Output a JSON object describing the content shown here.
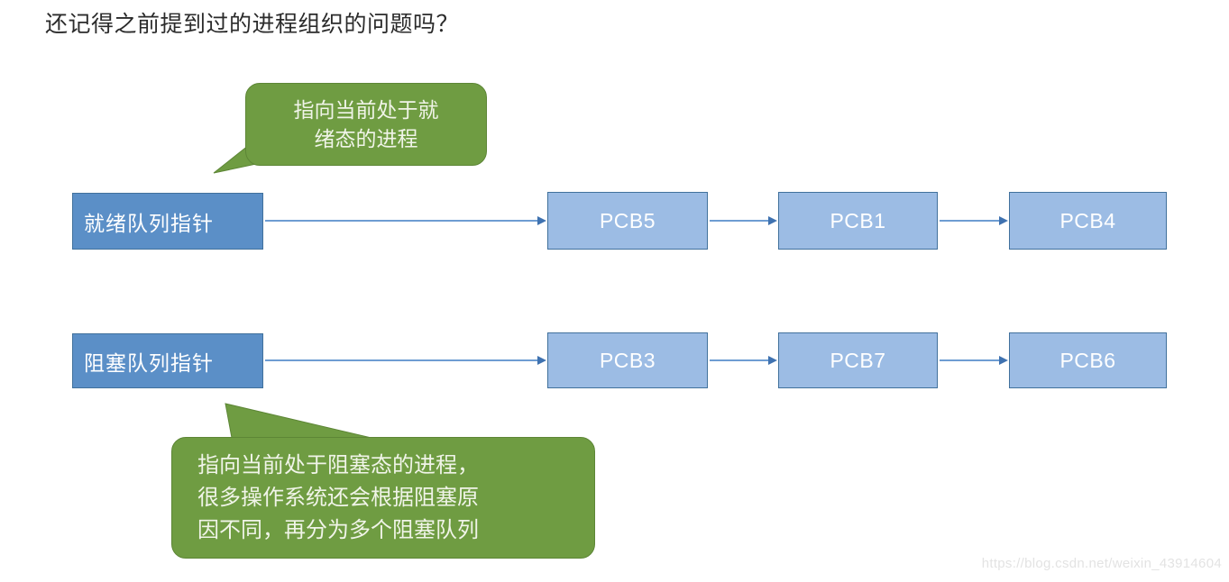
{
  "title": "还记得之前提到过的进程组织的问题吗？",
  "colors": {
    "pointer_box_fill": "#5b8fc7",
    "pcb_box_fill": "#9cbce4",
    "box_border": "#41719c",
    "arrow": "#6e9dd2",
    "arrow_head": "#3f72b0",
    "callout_fill": "#6f9c42",
    "callout_border": "#5d8636",
    "callout_text": "#f0f4e8",
    "title_text": "#2b2b2b",
    "watermark_text": "#e3e3e3",
    "background": "#ffffff"
  },
  "queues": [
    {
      "pointer_label": "就绪队列指针",
      "nodes": [
        "PCB5",
        "PCB1",
        "PCB4"
      ]
    },
    {
      "pointer_label": "阻塞队列指针",
      "nodes": [
        "PCB3",
        "PCB7",
        "PCB6"
      ]
    }
  ],
  "callouts": [
    {
      "name": "ready-queue-callout",
      "lines": [
        "指向当前处于就",
        "绪态的进程"
      ]
    },
    {
      "name": "blocked-queue-callout",
      "lines": [
        "指向当前处于阻塞态的进程，",
        "很多操作系统还会根据阻塞原",
        "因不同，再分为多个阻塞队列"
      ]
    }
  ],
  "watermark": "https://blog.csdn.net/weixin_43914604"
}
